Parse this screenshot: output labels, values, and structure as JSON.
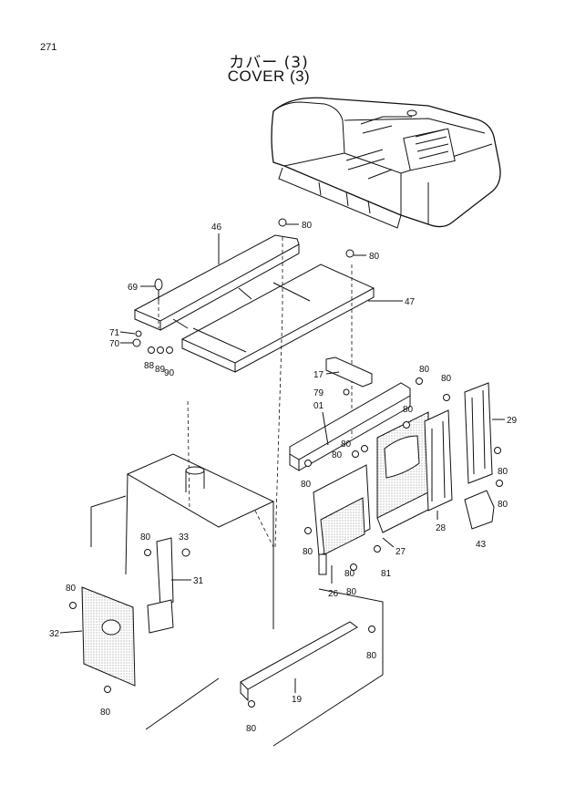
{
  "header": {
    "page_number": "271",
    "title_jp": "カバー (3)",
    "title_en": "COVER (3)"
  },
  "callouts": {
    "c46": "46",
    "c80a": "80",
    "c80b": "80",
    "c69": "69",
    "c47": "47",
    "c71": "71",
    "c70": "70",
    "c88": "88",
    "c89": "89",
    "c90": "90",
    "c17": "17",
    "c80c": "80",
    "c80d": "80",
    "c79": "79",
    "c01": "01",
    "c80e": "80",
    "c29": "29",
    "c80f": "80",
    "c80g": "80",
    "c80h": "80",
    "c80i": "80",
    "c80j": "80",
    "c28": "28",
    "c43": "43",
    "c27": "27",
    "c80k": "80",
    "c80l": "80",
    "c33": "33",
    "c31": "31",
    "c80m": "80",
    "c80n": "80",
    "c81": "81",
    "c26": "26",
    "c80o": "80",
    "c32": "32",
    "c80p": "80",
    "c80q": "80",
    "c19": "19",
    "c80r": "80"
  }
}
